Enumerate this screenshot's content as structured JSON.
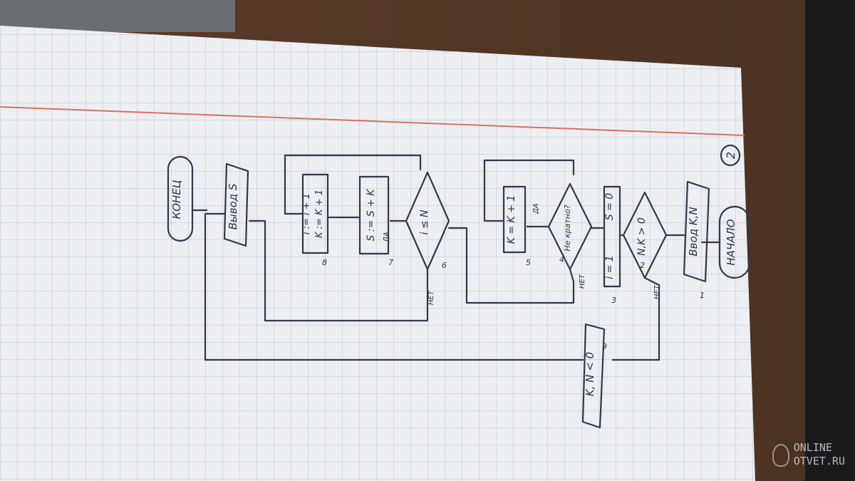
{
  "page_number": "2",
  "start_label": "НАЧАЛО",
  "end_label": "КОНЕЦ",
  "blocks": {
    "input": "Ввод K,N",
    "cond_main": "N,K > 0",
    "init_s": "S = 0",
    "init_i": "i = 1",
    "cond_multiple": "Не кратно?",
    "inc_k": "K = K + 1",
    "cond_loop": "i ≤ N",
    "sum": "S := S + K",
    "update_k": "K := K + 1",
    "update_i": "i := i + 1",
    "output_s": "Вывод S",
    "output_err": "K, N < 0"
  },
  "branch_labels": {
    "yes": "ДА",
    "no": "НЕТ"
  },
  "step_numbers": [
    "1",
    "2",
    "3",
    "4",
    "5",
    "6",
    "7",
    "8",
    "9"
  ],
  "watermark": {
    "line1": "ONLINE",
    "line2": "OTVET.RU"
  }
}
